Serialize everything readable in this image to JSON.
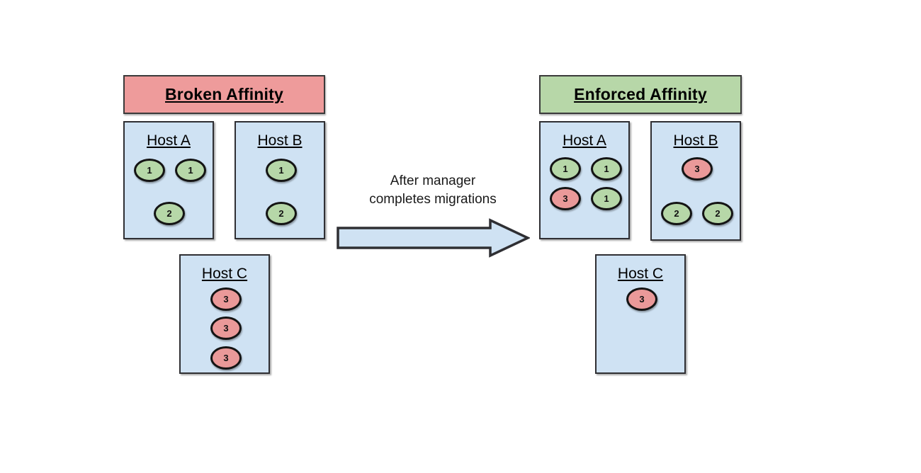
{
  "diagram": {
    "title_left": "Broken Affinity",
    "title_right": "Enforced Affinity",
    "transition_line1": "After manager",
    "transition_line2": "completes migrations",
    "arrow_name": "right-arrow"
  },
  "colors": {
    "header_broken_bg": "#ee9b9b",
    "header_enforced_bg": "#b7d7a8",
    "host_box_bg": "#cfe2f3",
    "vm_green": "#b6d7a8",
    "vm_red": "#ea9999",
    "outline": "#2f2f33",
    "arrow_fill": "#cfe2f3"
  },
  "left_panel": {
    "header": "Broken Affinity",
    "hosts": [
      {
        "name": "Host A",
        "vms": [
          {
            "label": "1",
            "color": "green"
          },
          {
            "label": "1",
            "color": "green"
          },
          {
            "label": "2",
            "color": "green"
          }
        ]
      },
      {
        "name": "Host B",
        "vms": [
          {
            "label": "1",
            "color": "green"
          },
          {
            "label": "2",
            "color": "green"
          }
        ]
      },
      {
        "name": "Host C",
        "vms": [
          {
            "label": "3",
            "color": "red"
          },
          {
            "label": "3",
            "color": "red"
          },
          {
            "label": "3",
            "color": "red"
          }
        ]
      }
    ]
  },
  "right_panel": {
    "header": "Enforced Affinity",
    "hosts": [
      {
        "name": "Host A",
        "vms": [
          {
            "label": "1",
            "color": "green"
          },
          {
            "label": "1",
            "color": "green"
          },
          {
            "label": "3",
            "color": "red"
          },
          {
            "label": "1",
            "color": "green"
          }
        ]
      },
      {
        "name": "Host B",
        "vms": [
          {
            "label": "3",
            "color": "red"
          },
          {
            "label": "2",
            "color": "green"
          },
          {
            "label": "2",
            "color": "green"
          }
        ]
      },
      {
        "name": "Host C",
        "vms": [
          {
            "label": "3",
            "color": "red"
          }
        ]
      }
    ]
  }
}
